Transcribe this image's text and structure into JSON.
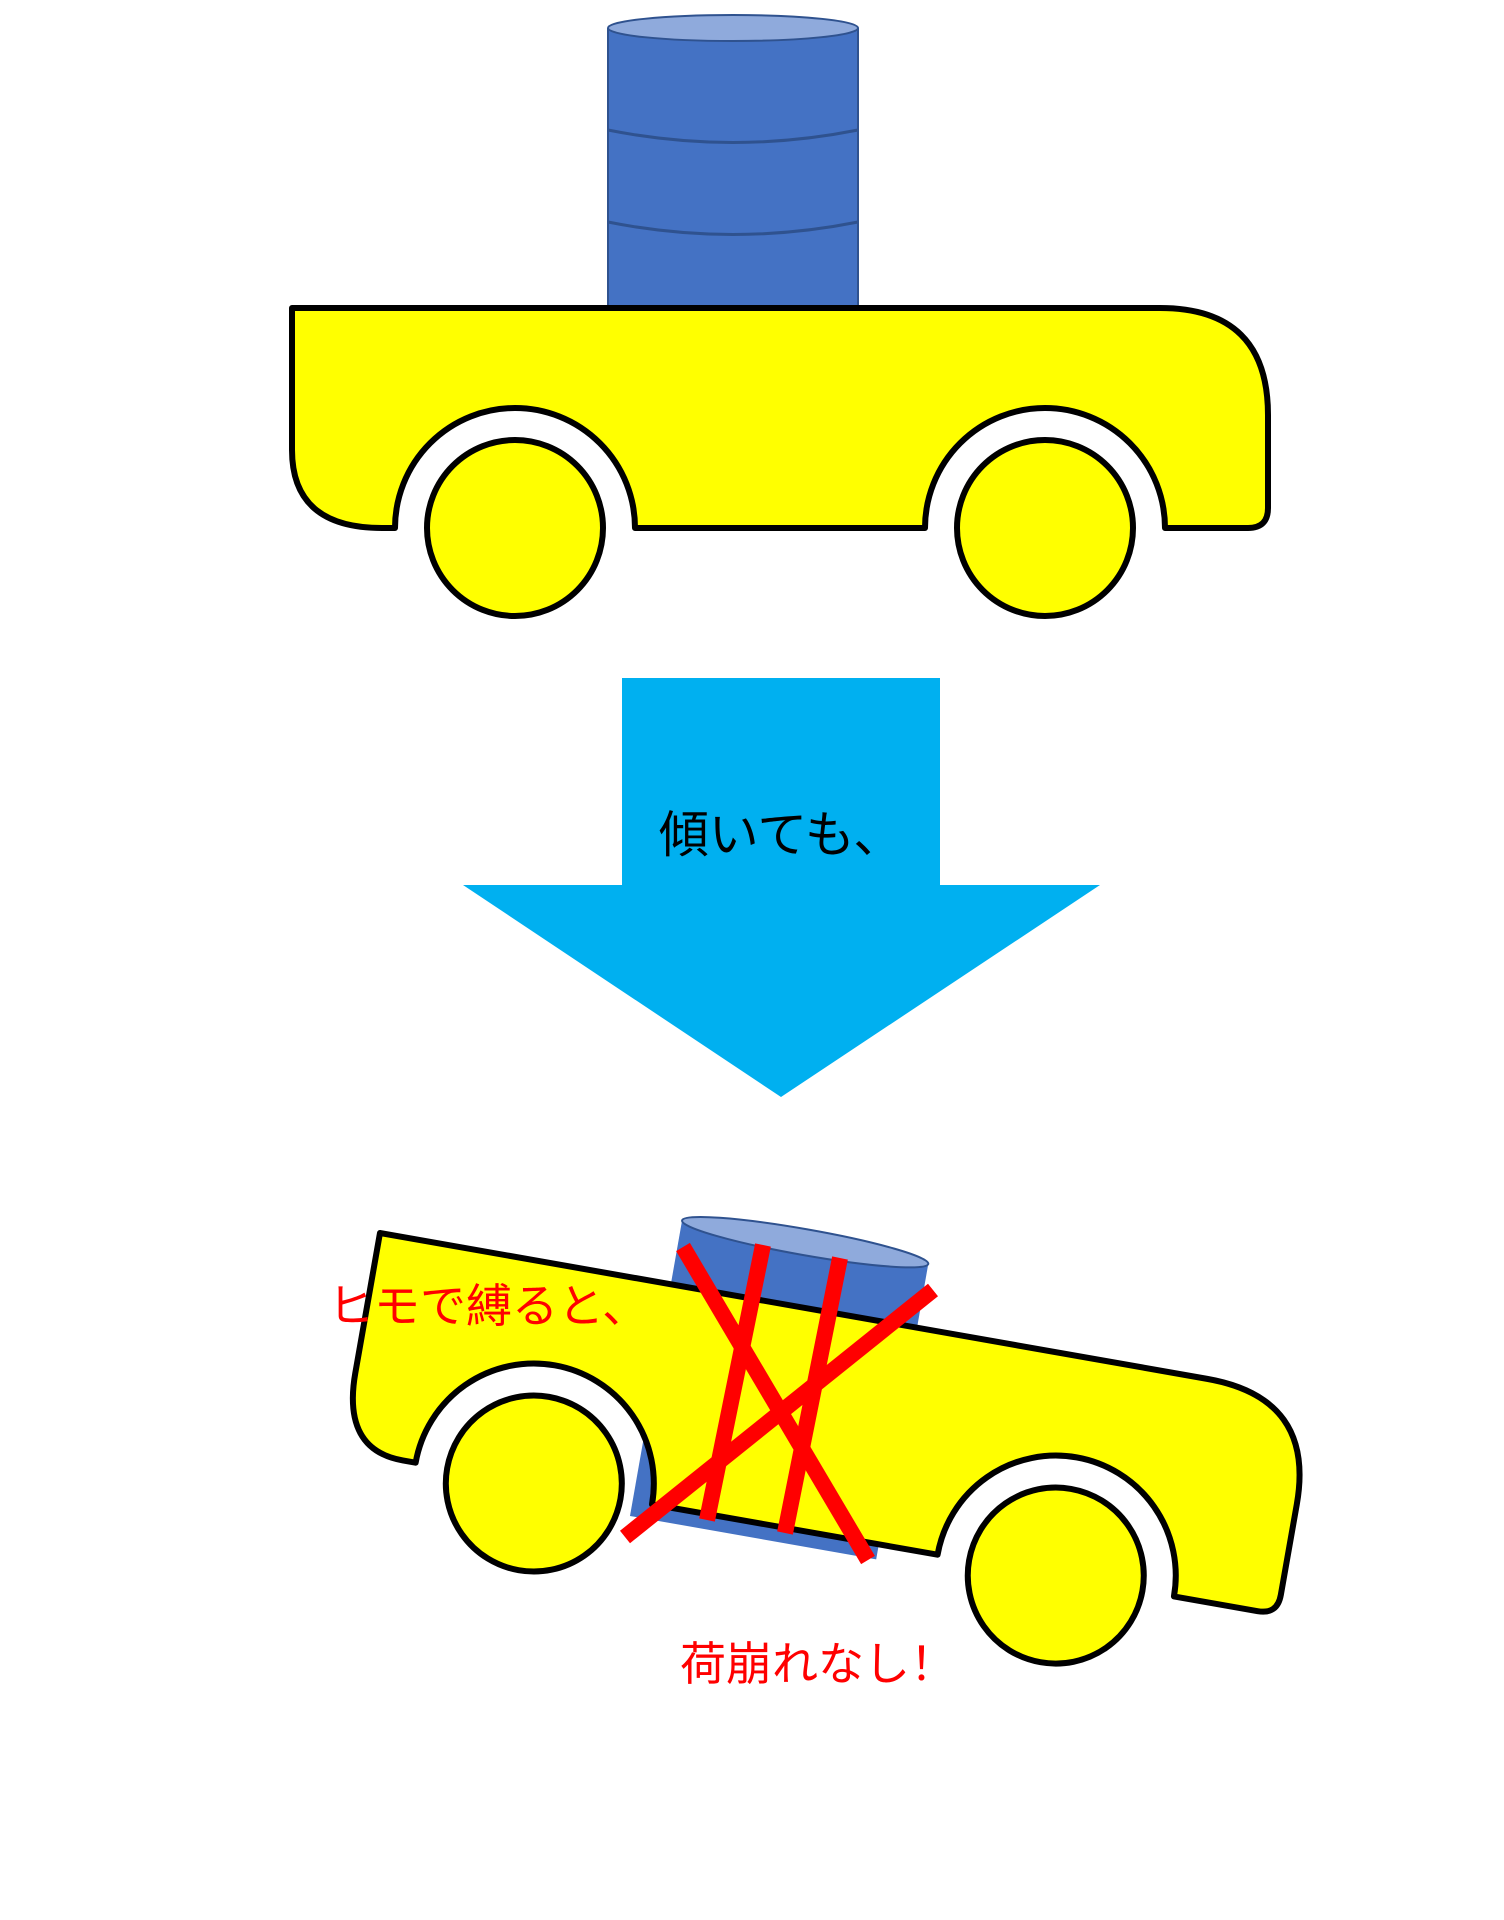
{
  "arrow": {
    "text": "傾いても、"
  },
  "tied": {
    "text": "ヒモで縛ると、"
  },
  "result": {
    "text": "荷崩れなし！"
  },
  "colors": {
    "car": "#ffff00",
    "outline": "#000000",
    "drum": "#4472c4",
    "drum_top": "#8faadc",
    "arrow": "#00b0f0",
    "rope": "#ff0000",
    "red_text": "#ff0000"
  }
}
